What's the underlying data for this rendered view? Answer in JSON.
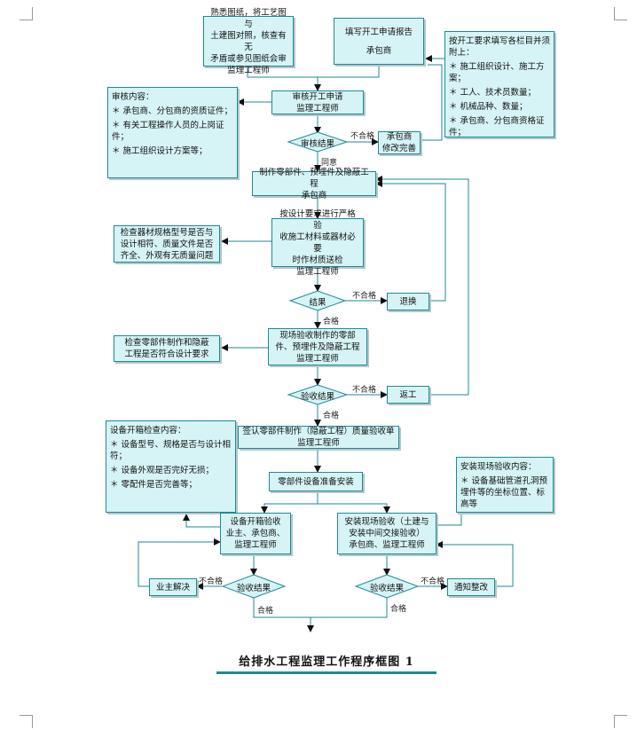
{
  "title": "给排水工程监理工作程序框图 1",
  "boxes": {
    "familiarize": [
      "熟悉图纸，将工艺图与",
      "土建图对照，核查有无",
      "矛盾或参见图纸会审",
      "监理工程师"
    ],
    "fill_report": [
      "填写开工申请报告",
      "承包商"
    ],
    "fill_requirements": {
      "title": "按开工要求填写各栏目并须附上：",
      "items": [
        "＊ 施工组织设计、施工方案；",
        "＊ 工人、技术员数量；",
        "＊ 机械品种、数量；",
        "＊ 承包商、分包商资格证件；"
      ]
    },
    "review_contents": {
      "title": "审核内容：",
      "items": [
        "＊ 承包商、分包商的资质证件；",
        "＊ 有关工程操作人员的上岗证件；",
        "＊ 施工组织设计方案等；"
      ]
    },
    "review_start": [
      "审核开工申请",
      "监理工程师"
    ],
    "contractor_fix": [
      "承包商",
      "修改完善"
    ],
    "make_parts": [
      "制作零部件、预埋件及隐蔽工程",
      "承包商"
    ],
    "check_materials": [
      "检查器材规格型号是否与",
      "设计相符、质量文件是否",
      "齐全、外观有无质量问题"
    ],
    "inspect_materials": [
      "按设计要求进行严格验",
      "收施工材料或器材必要",
      "时作材质送检",
      "监理工程师"
    ],
    "return_goods": "退换",
    "check_parts": [
      "检查零部件制作和隐蔽",
      "工程是否符合设计要求"
    ],
    "site_accept": [
      "现场验收制作的零部",
      "件、预埋件及隐蔽工程",
      "监理工程师"
    ],
    "rework": "返工",
    "sign_form": [
      "签认零部件制作（隐蔽工程）质量验收单",
      "监理工程师"
    ],
    "equip_prepare": "零部件设备准备安装",
    "unpack_contents": {
      "title": "设备开箱检查内容：",
      "items": [
        "＊ 设备型号、规格是否与设计相符；",
        "＊ 设备外观是否完好无损；",
        "＊ 零配件是否完善等；"
      ]
    },
    "install_contents": {
      "title": "安装现场验收内容：",
      "items": [
        "＊ 设备基础管道孔洞预埋件等的坐标位置、标高等"
      ]
    },
    "unpack_accept": [
      "设备开箱验收",
      "业主、承包商、",
      "监理工程师"
    ],
    "install_accept": [
      "安装现场验收（土建与",
      "安装中间交接验收）",
      "承包商、监理工程师"
    ],
    "owner_solve": "业主解决",
    "notify_rectify": "通知整改"
  },
  "decisions": {
    "d1": "审核结果",
    "d2": "结果",
    "d3": "验收结果",
    "d4": "验收结果",
    "d5": "验收结果"
  },
  "labels": {
    "fail": "不合格",
    "agree": "同意",
    "pass": "合格"
  }
}
